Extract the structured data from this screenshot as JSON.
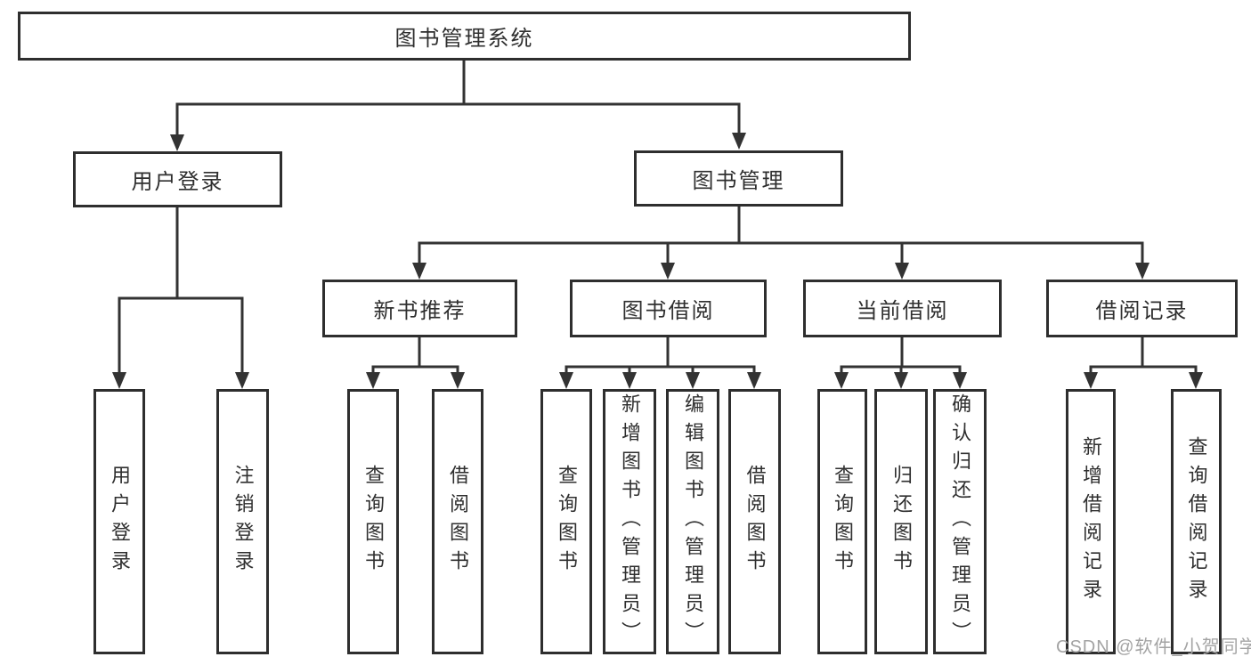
{
  "tree": {
    "root": {
      "label": "图书管理系统",
      "children": [
        {
          "label": "用户登录",
          "children": [
            {
              "label": "用户登录"
            },
            {
              "label": "注销登录"
            }
          ]
        },
        {
          "label": "图书管理",
          "children": [
            {
              "label": "新书推荐",
              "children": [
                {
                  "label": "查询图书"
                },
                {
                  "label": "借阅图书"
                }
              ]
            },
            {
              "label": "图书借阅",
              "children": [
                {
                  "label": "查询图书"
                },
                {
                  "label": "新增图书（管理员）"
                },
                {
                  "label": "编辑图书（管理员）"
                },
                {
                  "label": "借阅图书"
                }
              ]
            },
            {
              "label": "当前借阅",
              "children": [
                {
                  "label": "查询图书"
                },
                {
                  "label": "归还图书"
                },
                {
                  "label": "确认归还（管理员）"
                }
              ]
            },
            {
              "label": "借阅记录",
              "children": [
                {
                  "label": "新增借阅记录"
                },
                {
                  "label": "查询借阅记录"
                }
              ]
            }
          ]
        }
      ]
    }
  },
  "watermark": {
    "text": "CSDN @软件_小贺同学"
  },
  "colors": {
    "line": "#333333",
    "box_border": "#2e2e2e",
    "text": "#2f2f2f",
    "watermark": "#a3a3a3",
    "bg": "#ffffff"
  }
}
